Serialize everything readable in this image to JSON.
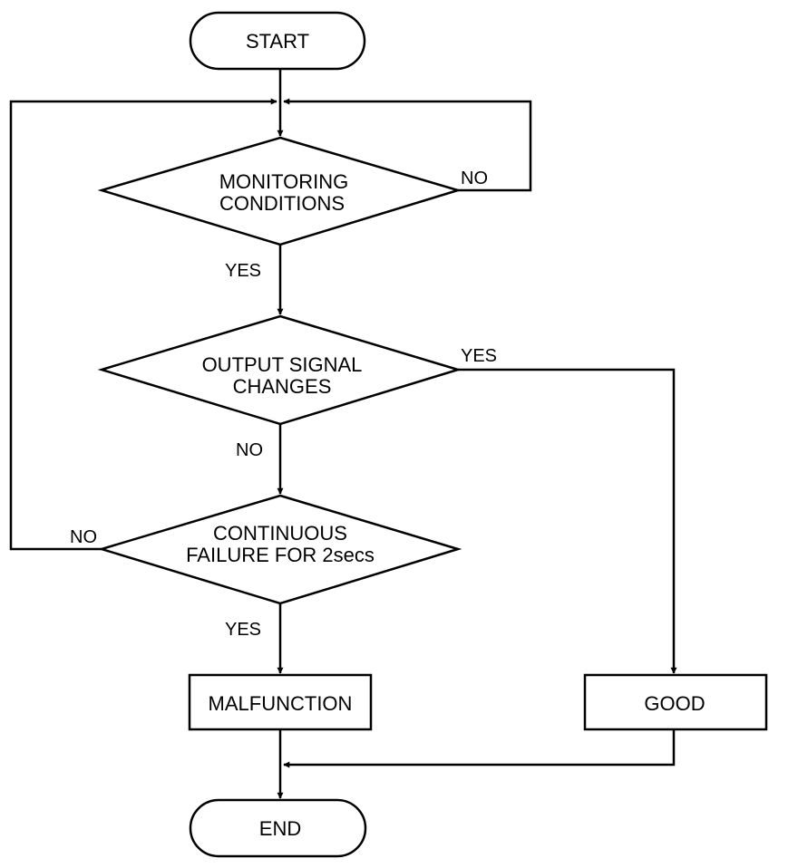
{
  "nodes": {
    "start": "START",
    "monitoring": [
      "MONITORING",
      "CONDITIONS"
    ],
    "output_signal": [
      "OUTPUT SIGNAL",
      "CHANGES"
    ],
    "continuous": [
      "CONTINUOUS",
      "FAILURE FOR 2secs"
    ],
    "malfunction": "MALFUNCTION",
    "good": "GOOD",
    "end": "END"
  },
  "edge_labels": {
    "monitoring_no": "NO",
    "monitoring_yes": "YES",
    "output_yes": "YES",
    "output_no": "NO",
    "continuous_no": "NO",
    "continuous_yes": "YES"
  }
}
